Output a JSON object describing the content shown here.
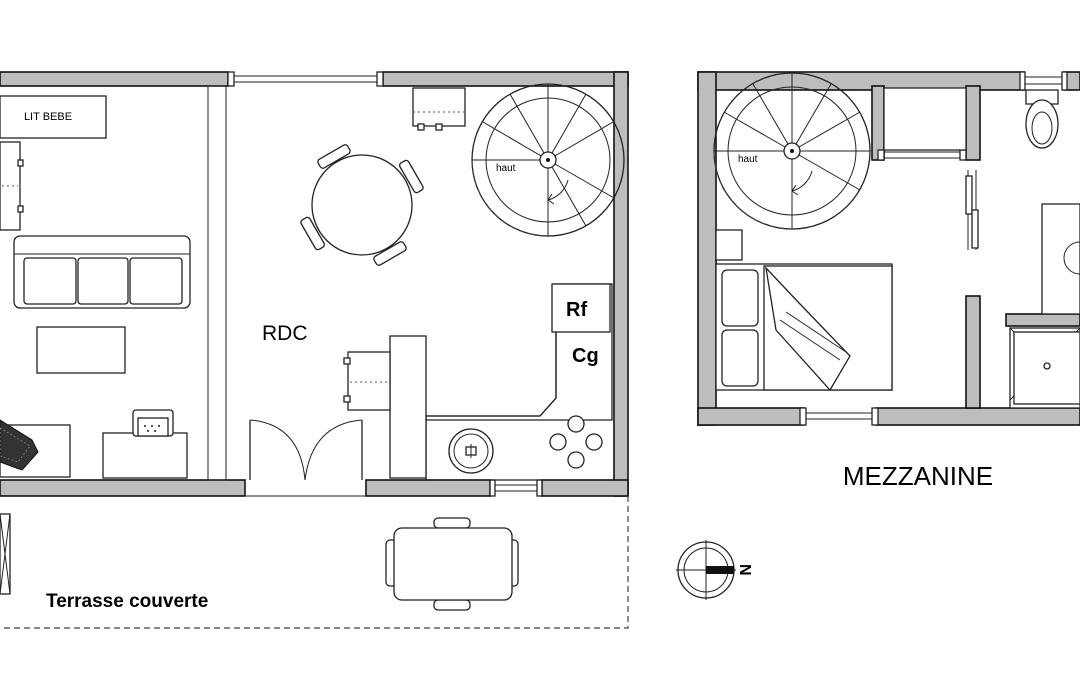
{
  "labels": {
    "lit_bebe": "LIT BEBE",
    "rdc": "RDC",
    "rf": "Rf",
    "cg": "Cg",
    "haut_rdc": "haut",
    "haut_mezz": "haut",
    "mezzanine": "MEZZANINE",
    "terrasse": "Terrasse couverte",
    "compass_n": "N"
  },
  "icons": {
    "compass": "north-arrow-icon",
    "stair": "spiral-staircase-icon",
    "toilet": "toilet-icon",
    "sink": "sink-icon",
    "bed": "bed-icon"
  },
  "colors": {
    "wall_fill": "#bdbdbd",
    "line": "#222222",
    "background": "#ffffff"
  }
}
